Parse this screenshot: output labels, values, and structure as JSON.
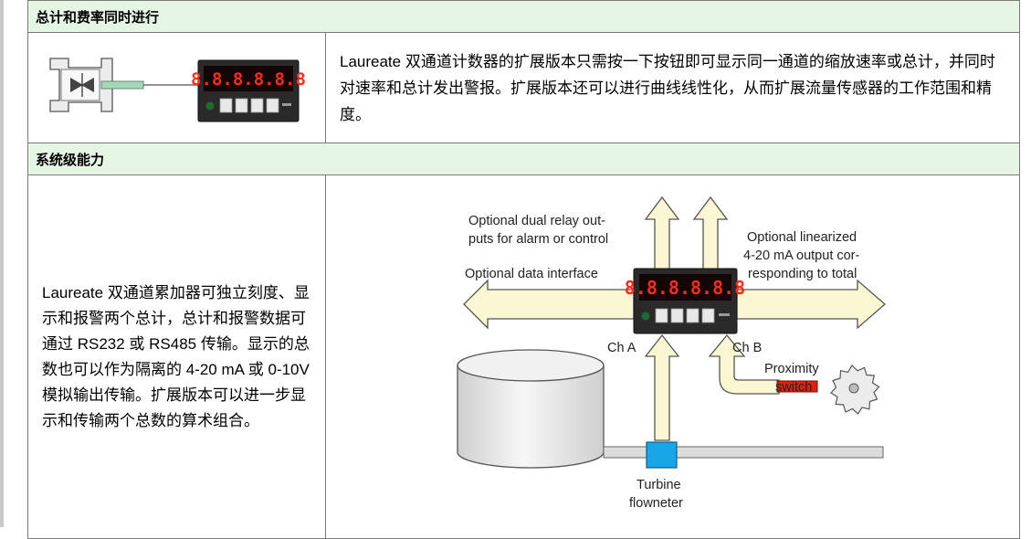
{
  "sections": [
    {
      "title": "总计和费率同时进行",
      "text": "Laureate 双通道计数器的扩展版本只需按一下按钮即可显示同一通道的缩放速率或总计，并同时对速率和总计发出警报。扩展版本还可以进行曲线线性化，从而扩展流量传感器的工作范围和精度。"
    },
    {
      "title": "系统级能力",
      "text": "Laureate 双通道累加器可独立刻度、显示和报警两个总计，总计和报警数据可通过 RS232 或 RS485 传输。显示的总数也可以作为隔离的 4-20 mA 或 0-10V 模拟输出传输。扩展版本可以进一步显示和传输两个总数的算术组合。"
    }
  ],
  "meter_display": "8.8.8.8.8.8",
  "diagram": {
    "relay_l1": "Optional dual relay out-",
    "relay_l2": "puts for alarm or control",
    "analog_l1": "Optional linearized",
    "analog_l2": "4-20 mA output cor-",
    "analog_l3": "responding to total",
    "data_interface": "Optional data interface",
    "ch_a": "Ch A",
    "ch_b": "Ch B",
    "prox_l1": "Proximity",
    "prox_l2": "switch",
    "turbine_l1": "Turbine",
    "turbine_l2": "flowneter"
  },
  "colors": {
    "header_bg": "#e5f6e5",
    "arrow_fill": "#fbf7d2",
    "lcd_red": "#ff2a1a",
    "turbine_blue": "#19a6e8",
    "probe_red": "#e02010"
  }
}
